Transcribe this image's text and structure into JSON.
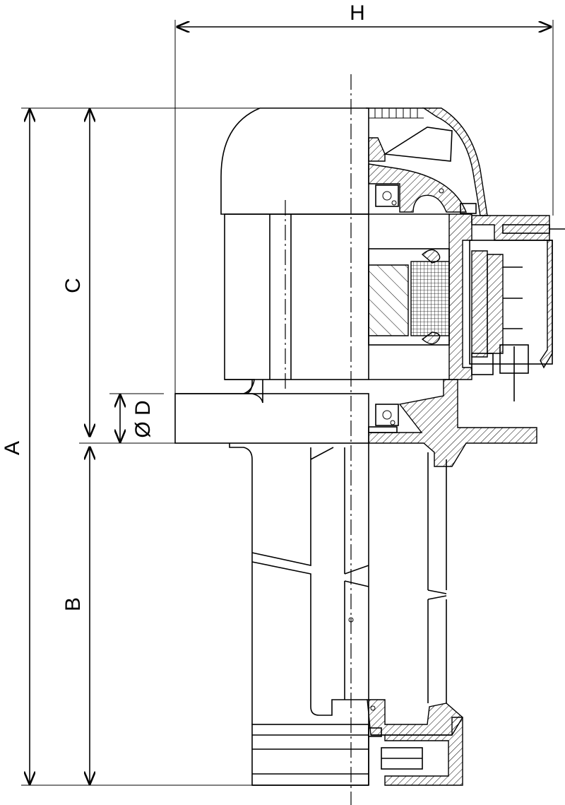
{
  "dimensions": {
    "A": "A",
    "B": "B",
    "C": "C",
    "D": "Ø D",
    "H": "H"
  }
}
